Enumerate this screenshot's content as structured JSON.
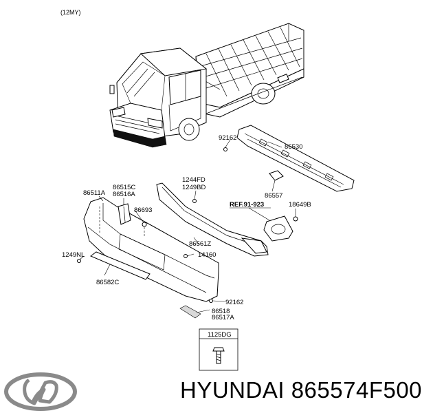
{
  "model_year": "(12MY)",
  "callouts": {
    "c92162_top": "92162",
    "c86530": "86530",
    "c1244FD": "1244FD",
    "c1249BD": "1249BD",
    "c86511A": "86511A",
    "c86515C": "86515C",
    "c86516A": "86516A",
    "c86557": "86557",
    "c86693": "86693",
    "ref": "REF.91-923",
    "c18649B": "18649B",
    "c86561Z": "86561Z",
    "c1249NL": "1249NL",
    "c14160": "14160",
    "c86582C": "86582C",
    "c92162_bottom": "92162",
    "c86518": "86518",
    "c86517A": "86517A",
    "c1125DG": "1125DG"
  },
  "brand": {
    "name": "HYUNDAI",
    "part_number": "865574F500",
    "logo": "hyundai-logo"
  }
}
